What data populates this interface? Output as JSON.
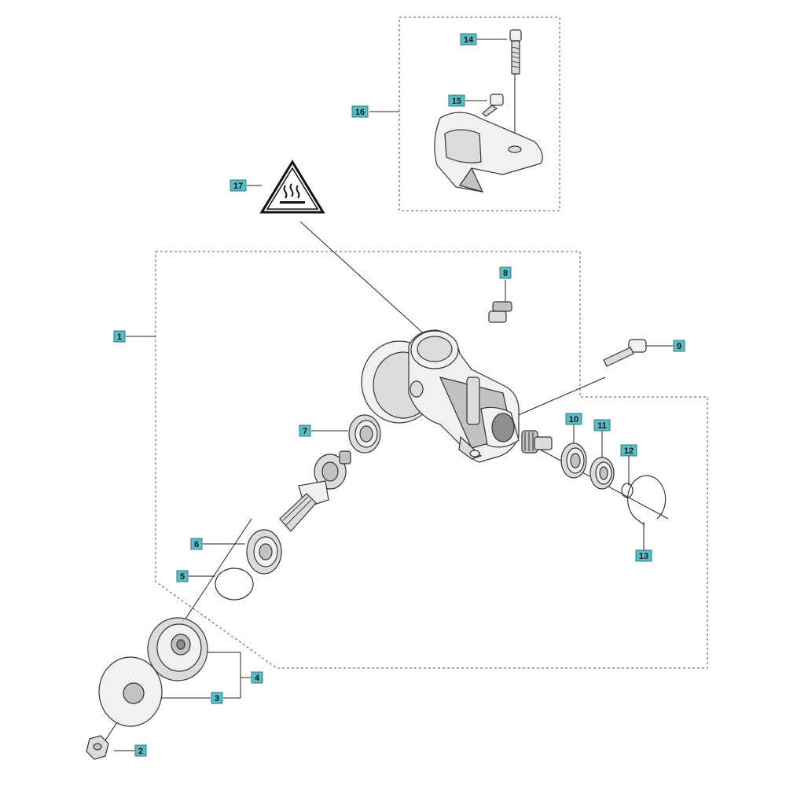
{
  "diagram": {
    "callouts": [
      {
        "id": "callout-1",
        "text": "1"
      },
      {
        "id": "callout-2",
        "text": "2"
      },
      {
        "id": "callout-3",
        "text": "3"
      },
      {
        "id": "callout-4",
        "text": "4"
      },
      {
        "id": "callout-5",
        "text": "5"
      },
      {
        "id": "callout-6",
        "text": "6"
      },
      {
        "id": "callout-7",
        "text": "7"
      },
      {
        "id": "callout-8",
        "text": "8"
      },
      {
        "id": "callout-9",
        "text": "9"
      },
      {
        "id": "callout-10",
        "text": "10"
      },
      {
        "id": "callout-11",
        "text": "11"
      },
      {
        "id": "callout-12",
        "text": "12"
      },
      {
        "id": "callout-13",
        "text": "13"
      },
      {
        "id": "callout-14",
        "text": "14"
      },
      {
        "id": "callout-15",
        "text": "15"
      },
      {
        "id": "callout-16",
        "text": "16"
      },
      {
        "id": "callout-17",
        "text": "17"
      }
    ],
    "icons": {
      "warning": "hot-surface-warning-icon"
    },
    "colors": {
      "callout_fill": "#5cbcc4",
      "callout_border": "#2d7c84",
      "line": "#222222"
    }
  }
}
